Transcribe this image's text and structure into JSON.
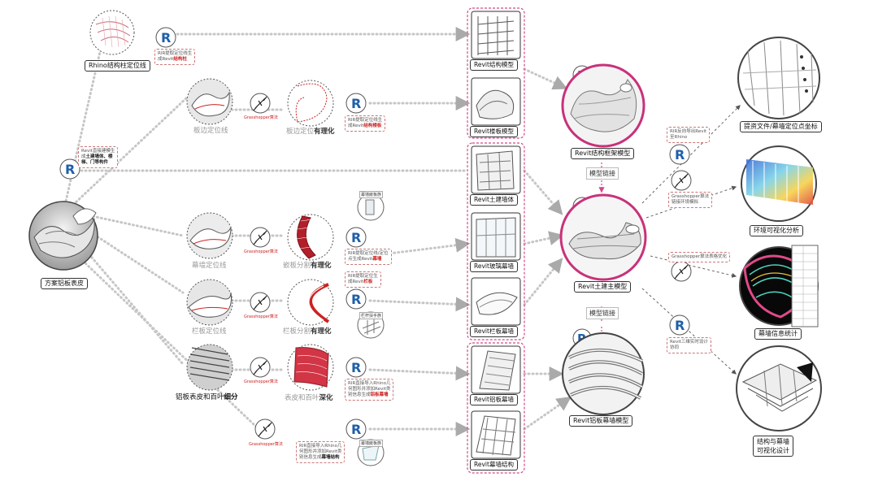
{
  "labels": {
    "rhino_column": "Rhino结构柱定位线",
    "slab_edge": "板边定位线",
    "slab_edge_rational": "板边定位",
    "rational_suffix": "有理化",
    "curtain_pos": "幕墙定位线",
    "panel_split": "嵌板分割",
    "railing_pos": "栏板定位线",
    "railing_split": "栏板分割",
    "skin_subdivide": "铝板表皮和百叶",
    "subdivide_suffix": "细分",
    "skin_deepen": "表皮和百叶",
    "deepen_suffix": "深化",
    "facade_skin": "方案铝板表皮",
    "revit_struct": "Revit结构模型",
    "revit_slab": "Revit楼板模型",
    "revit_civil_wall": "Revit土建墙体",
    "revit_glass_wall": "Revit玻璃幕墙",
    "revit_railing": "Revit栏板幕墙",
    "revit_alu_wall": "Revit铝板幕墙",
    "revit_wall_struct": "Revit幕墙结构",
    "model_frame": "Revit结构框架模型",
    "model_main": "Revit土建主模型",
    "model_alu": "Revit铝板幕墙模型",
    "model_link_1": "模型链接",
    "model_link_2": "模型链接",
    "out_coords": "提资文件/幕墙定位点坐标",
    "out_env": "环境可视化分析",
    "out_stats": "幕墙信息统计",
    "out_visual_1": "结构与幕墙",
    "out_visual_2": "可视化设计",
    "gh_1": "Grasshopper算法",
    "gh_2": "Grasshopper算法",
    "gh_3": "Grasshopper算法",
    "gh_4": "Grasshopper算法",
    "gh_5": "Grasshopper算法",
    "tag_panel_lib": "幕墙嵌板族",
    "tag_rail_lib": "栏杆扶手族",
    "tag_wall_lib": "幕墙嵌板族"
  },
  "notes": {
    "n1a": "RIR提取定位线生",
    "n1b": "成Revit",
    "n1c": "结构柱",
    "n2a": "RIR提取定位线生",
    "n2b": "成Revit",
    "n2c": "结构楼板",
    "n3a": "Revit直接建模生",
    "n3b": "成",
    "n3c": "土建墙体、楼",
    "n3d": "梯、门等构件",
    "n4a": "RIR提取定位线/定位",
    "n4b": "点生成Revit",
    "n4c": "幕墙",
    "n5a": "RIR提取定位生",
    "n5b": "成Revit",
    "n5c": "栏板",
    "n6a": "RIR直接导入Rhino几",
    "n6b": "何图形并添加Revit类",
    "n6c": "别信息生成",
    "n6d": "铝板幕墙",
    "n7a": "RIR直接导入Rhino几",
    "n7b": "何图形并添加Revit类",
    "n7c": "别信息生成",
    "n7d": "幕墙结构",
    "n8a": "RIR反向导出Revit",
    "n8b": "至Rhino",
    "n9a": "Grasshopper算法",
    "n9b": "链接环境模拟",
    "n10": "Grasshopper算法表格优化",
    "n11a": "Revit三维实时设计",
    "n11b": "协同"
  },
  "colors": {
    "accent": "#c8327a",
    "arrow": "#b0b0b0",
    "revit_blue": "#1f5fa8",
    "red": "#cc2222"
  }
}
